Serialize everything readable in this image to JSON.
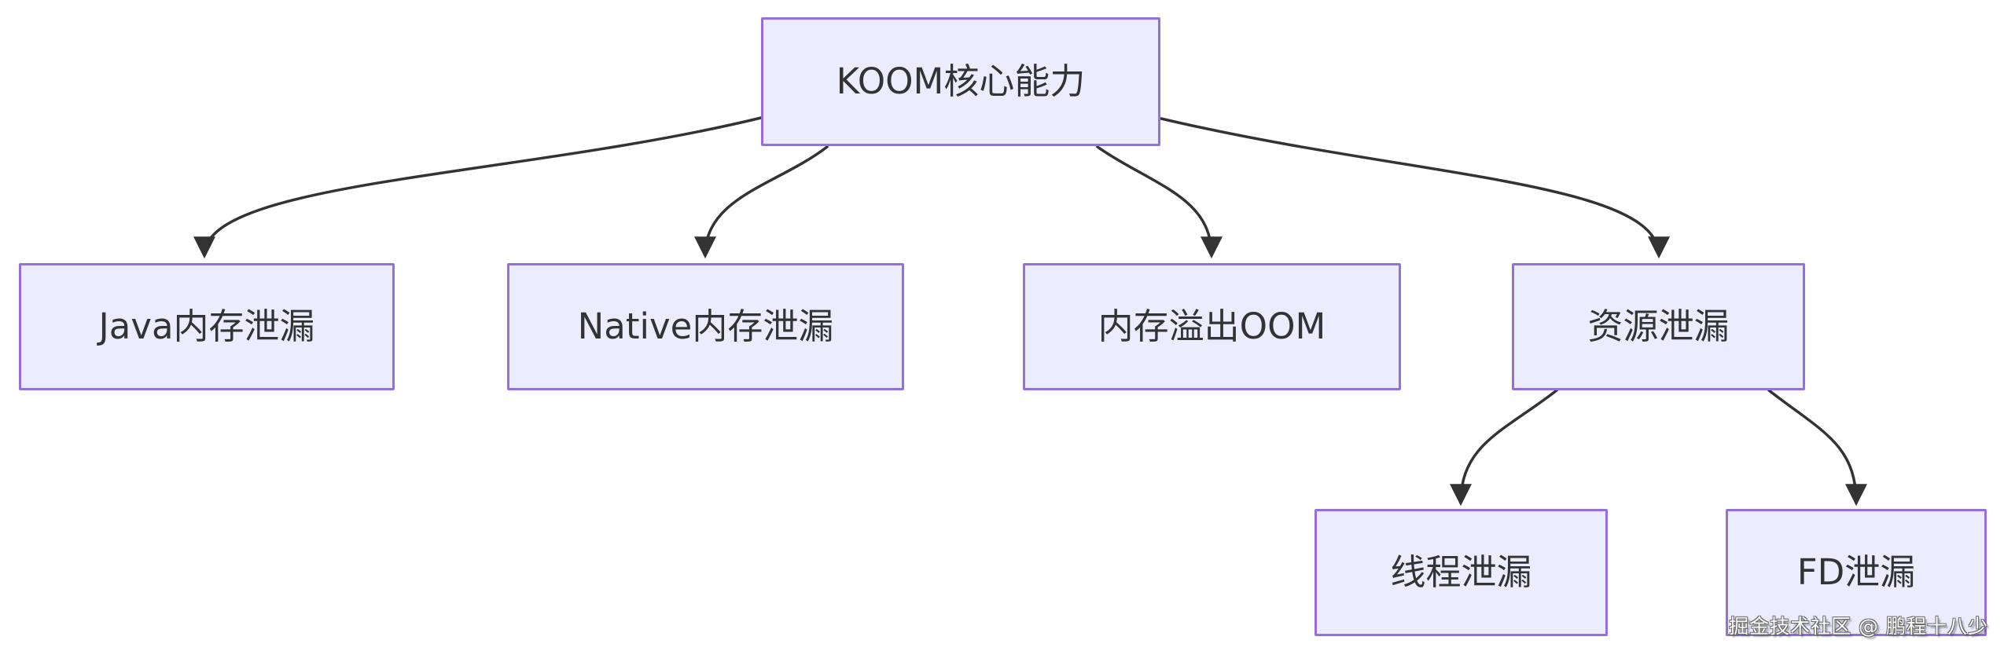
{
  "diagram": {
    "type": "flowchart-top-down",
    "background": "#ffffff"
  },
  "colors": {
    "node_fill": "#ECECFF",
    "node_border": "#9370DB",
    "edge_stroke": "#333333",
    "node_text": "#333333",
    "watermark_text": "#ffffff"
  },
  "nodes": [
    {
      "id": "root",
      "label": "KOOM核心能力"
    },
    {
      "id": "java",
      "label": "Java内存泄漏"
    },
    {
      "id": "native",
      "label": "Native内存泄漏"
    },
    {
      "id": "oom",
      "label": "内存溢出OOM"
    },
    {
      "id": "resource",
      "label": "资源泄漏"
    },
    {
      "id": "thread",
      "label": "线程泄漏"
    },
    {
      "id": "fd",
      "label": "FD泄漏"
    }
  ],
  "edges": [
    {
      "from": "root",
      "to": "java"
    },
    {
      "from": "root",
      "to": "native"
    },
    {
      "from": "root",
      "to": "oom"
    },
    {
      "from": "root",
      "to": "resource"
    },
    {
      "from": "resource",
      "to": "thread"
    },
    {
      "from": "resource",
      "to": "fd"
    }
  ],
  "watermark": {
    "text": "掘金技术社区 @ 鹏程十八少"
  }
}
